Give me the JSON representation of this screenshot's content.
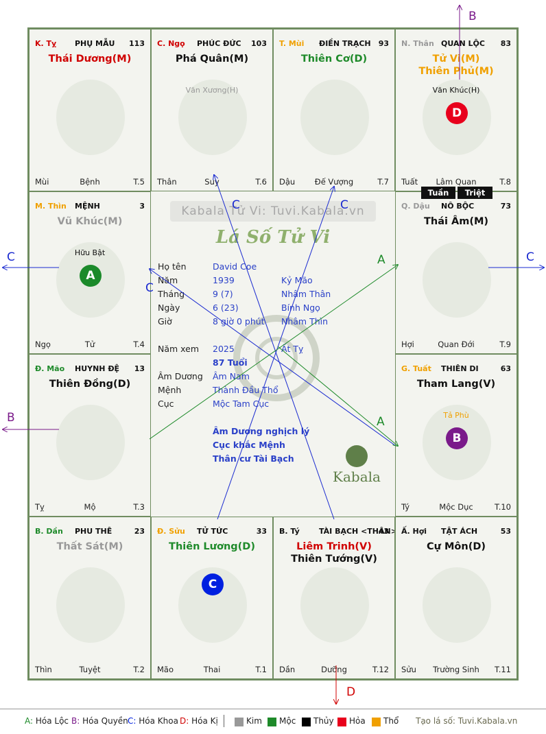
{
  "center": {
    "watermark": "Kabala Tử Vi: Tuvi.Kabala.vn",
    "title": "Lá Số Tử Vi",
    "rows": [
      {
        "label": "Họ tên",
        "v1": "David Coe",
        "v2": ""
      },
      {
        "label": "Năm",
        "v1": "1939",
        "v2": "Kỷ Mão"
      },
      {
        "label": "Tháng",
        "v1": "9  (7)",
        "v2": "Nhâm Thân"
      },
      {
        "label": "Ngày",
        "v1": "6  (23)",
        "v2": "Bính Ngọ"
      },
      {
        "label": "Giờ",
        "v1": "8 giờ 0 phút",
        "v2": "Nhâm Thìn"
      },
      {
        "label": "Năm xem",
        "v1": "2025",
        "v2": "Ất Tỵ"
      },
      {
        "label": "",
        "v1": "87 Tuổi",
        "v2": ""
      },
      {
        "label": "Âm Dương",
        "v1": "Âm Nam",
        "v2": ""
      },
      {
        "label": "Mệnh",
        "v1": "Thành Đầu Thổ",
        "v2": ""
      },
      {
        "label": "Cục",
        "v1": "Mộc Tam Cục",
        "v2": ""
      }
    ],
    "notes": [
      "Âm Dương nghịch lý",
      "Cục khắc Mệnh",
      "Thân cư Tài Bạch"
    ],
    "brand": "Kabala"
  },
  "sihua_tags": [
    "Tuần",
    "Triệt"
  ],
  "cells": [
    {
      "can": "K. Tỵ",
      "can_color": "#d00000",
      "palace": "PHỤ MẪU",
      "num": "113",
      "stars": [
        {
          "text": "Thái Dương(M)",
          "color": "#d00000"
        }
      ],
      "minor": [],
      "badge": null,
      "bottom": [
        "Mùi",
        "Bệnh",
        "T.5"
      ]
    },
    {
      "can": "C. Ngọ",
      "can_color": "#d00000",
      "palace": "PHÚC ĐỨC",
      "num": "103",
      "stars": [
        {
          "text": "Phá Quân(M)",
          "color": "#111111"
        }
      ],
      "minor": [
        {
          "text": "Văn Xương(H)",
          "color": "#999999"
        }
      ],
      "badge": null,
      "bottom": [
        "Thân",
        "Suy",
        "T.6"
      ]
    },
    {
      "can": "T. Mùi",
      "can_color": "#f0a000",
      "palace": "ĐIỀN TRẠCH",
      "num": "93",
      "stars": [
        {
          "text": "Thiên Cơ(D)",
          "color": "#1e8a2a"
        }
      ],
      "minor": [],
      "badge": null,
      "bottom": [
        "Dậu",
        "Đế Vượng",
        "T.7"
      ]
    },
    {
      "can": "N. Thân",
      "can_color": "#999999",
      "palace": "QUAN LỘC",
      "num": "83",
      "stars": [
        {
          "text": "Tử Vi(M)",
          "color": "#f0a000"
        },
        {
          "text": "Thiên Phủ(M)",
          "color": "#f0a000"
        }
      ],
      "minor": [
        {
          "text": "Văn Khúc(H)",
          "color": "#111111"
        }
      ],
      "badge": {
        "letter": "D",
        "color": "#e8001c"
      },
      "bottom": [
        "Tuất",
        "Lâm Quan",
        "T.8"
      ]
    },
    {
      "can": "M. Thìn",
      "can_color": "#f0a000",
      "palace": "MỆNH",
      "num": "3",
      "stars": [
        {
          "text": "Vũ Khúc(M)",
          "color": "#999999"
        }
      ],
      "minor": [
        {
          "text": "Hữu Bật",
          "color": "#111111"
        }
      ],
      "badge": {
        "letter": "A",
        "color": "#1b8a2a"
      },
      "bottom": [
        "Ngọ",
        "Tử",
        "T.4"
      ]
    },
    {
      "can": "Q. Dậu",
      "can_color": "#999999",
      "palace": "NÔ BỘC",
      "num": "73",
      "stars": [
        {
          "text": "Thái Âm(M)",
          "color": "#111111"
        }
      ],
      "minor": [],
      "badge": null,
      "bottom": [
        "Hợi",
        "Quan Đới",
        "T.9"
      ]
    },
    {
      "can": "Đ. Mão",
      "can_color": "#1e8a2a",
      "palace": "HUYNH ĐỆ",
      "num": "13",
      "stars": [
        {
          "text": "Thiên Đồng(D)",
          "color": "#111111"
        }
      ],
      "minor": [],
      "badge": null,
      "bottom": [
        "Tỵ",
        "Mộ",
        "T.3"
      ]
    },
    {
      "can": "G. Tuất",
      "can_color": "#f0a000",
      "palace": "THIÊN DI",
      "num": "63",
      "stars": [
        {
          "text": "Tham Lang(V)",
          "color": "#111111"
        }
      ],
      "minor": [
        {
          "text": "Tả Phù",
          "color": "#f0a000"
        }
      ],
      "badge": {
        "letter": "B",
        "color": "#7a1a8a"
      },
      "bottom": [
        "Tý",
        "Mộc Dục",
        "T.10"
      ]
    },
    {
      "can": "B. Dần",
      "can_color": "#1e8a2a",
      "palace": "PHU THÊ",
      "num": "23",
      "stars": [
        {
          "text": "Thất Sát(M)",
          "color": "#999999"
        }
      ],
      "minor": [],
      "badge": null,
      "bottom": [
        "Thìn",
        "Tuyệt",
        "T.2"
      ]
    },
    {
      "can": "Đ. Sửu",
      "can_color": "#f0a000",
      "palace": "TỬ TỨC",
      "num": "33",
      "stars": [
        {
          "text": "Thiên Lương(D)",
          "color": "#1e8a2a"
        }
      ],
      "minor": [],
      "badge": {
        "letter": "C",
        "color": "#0020e0"
      },
      "bottom": [
        "Mão",
        "Thai",
        "T.1"
      ]
    },
    {
      "can": "B. Tý",
      "can_color": "#111111",
      "palace": "TÀI BẠCH <THÂN>",
      "num": "43",
      "stars": [
        {
          "text": "Liêm Trinh(V)",
          "color": "#d00000"
        },
        {
          "text": "Thiên Tướng(V)",
          "color": "#111111"
        }
      ],
      "minor": [],
      "badge": null,
      "bottom": [
        "Dần",
        "Dưỡng",
        "T.12"
      ]
    },
    {
      "can": "Ấ. Hợi",
      "can_color": "#111111",
      "palace": "TẬT ÁCH",
      "num": "53",
      "stars": [
        {
          "text": "Cự Môn(D)",
          "color": "#111111"
        }
      ],
      "minor": [],
      "badge": null,
      "bottom": [
        "Sửu",
        "Trường Sinh",
        "T.11"
      ]
    }
  ],
  "arrow_labels": {
    "A": "A",
    "B": "B",
    "C": "C",
    "D": "D"
  },
  "legend": {
    "items": [
      {
        "key": "A:",
        "text": "Hóa Lộc",
        "color": "#1e8a2a"
      },
      {
        "key": "B:",
        "text": "Hóa Quyền",
        "color": "#7a1a8a"
      },
      {
        "key": "C:",
        "text": "Hóa Khoa",
        "color": "#0020e0"
      },
      {
        "key": "D:",
        "text": "Hóa Kị",
        "color": "#d00000"
      }
    ],
    "elements": [
      {
        "text": "Kim",
        "color": "#999999"
      },
      {
        "text": "Mộc",
        "color": "#1e8a2a"
      },
      {
        "text": "Thủy",
        "color": "#000000"
      },
      {
        "text": "Hỏa",
        "color": "#e8001c"
      },
      {
        "text": "Thổ",
        "color": "#f0a000"
      }
    ],
    "site": "Tạo lá số: Tuvi.Kabala.vn"
  }
}
